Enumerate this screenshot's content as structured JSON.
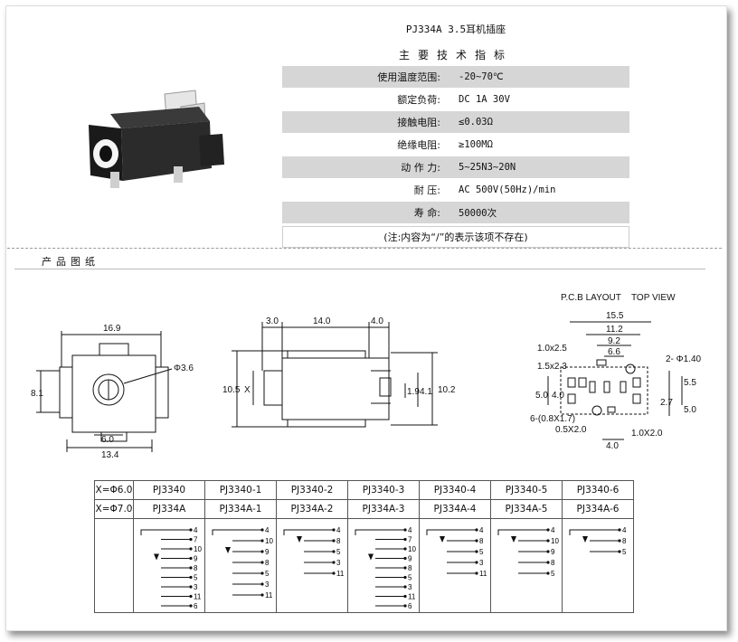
{
  "title": "PJ334A 3.5耳机插座",
  "subtitle": "主要技术指标",
  "specs": [
    {
      "label": "使用温度范围:",
      "value": "-20~70℃"
    },
    {
      "label": "额定负荷:",
      "value": "DC 1A 30V"
    },
    {
      "label": "接触电阻:",
      "value": "≤0.03Ω"
    },
    {
      "label": "绝缘电阻:",
      "value": "≥100MΩ"
    },
    {
      "label": "动 作 力:",
      "value": "5~25N3~20N"
    },
    {
      "label": "耐      压:",
      "value": "AC 500V(50Hz)/min"
    },
    {
      "label": "寿      命:",
      "value": "50000次"
    }
  ],
  "note": "(注:内容为“/”的表示该项不存在)",
  "section_title": "产品图纸",
  "pcb": {
    "title": "P.C.B LAYOUT",
    "view": "TOP VIEW",
    "dims": [
      "15.5",
      "11.2",
      "9.2",
      "6.6",
      "1.0x2.5",
      "1.5x2.3",
      "2- Φ1.40",
      "5.0",
      "4.0",
      "5.5",
      "2.7",
      "5.0",
      "6-(0.8X1.7)",
      "0.5X2.0",
      "4.0",
      "1.0X2.0"
    ]
  },
  "front": {
    "dims": [
      "16.9",
      "8.1",
      "Φ3.6",
      "6.0",
      "13.4"
    ]
  },
  "side": {
    "dims": [
      "3.0",
      "14.0",
      "4.0",
      "10.5",
      "X",
      "1.9",
      "4.1",
      "10.2"
    ]
  },
  "variants": {
    "row1_label": "X=Φ6.0",
    "row1": [
      "PJ3340",
      "PJ3340-1",
      "PJ3340-2",
      "PJ3340-3",
      "PJ3340-4",
      "PJ3340-5",
      "PJ3340-6"
    ],
    "row2_label": "X=Φ7.0",
    "row2": [
      "PJ334A",
      "PJ334A-1",
      "PJ334A-2",
      "PJ334A-3",
      "PJ334A-4",
      "PJ334A-5",
      "PJ334A-6"
    ]
  },
  "schematics": [
    [
      "4",
      "7",
      "10",
      "9",
      "8",
      "5",
      "3",
      "11",
      "6"
    ],
    [
      "4",
      "10",
      "9",
      "8",
      "5",
      "3",
      "11"
    ],
    [
      "4",
      "8",
      "5",
      "3",
      "11"
    ],
    [
      "4",
      "7",
      "10",
      "9",
      "8",
      "5",
      "3",
      "11",
      "6"
    ],
    [
      "4",
      "8",
      "5",
      "3",
      "11"
    ],
    [
      "4",
      "10",
      "9",
      "8",
      "5"
    ],
    [
      "4",
      "8",
      "5"
    ]
  ]
}
